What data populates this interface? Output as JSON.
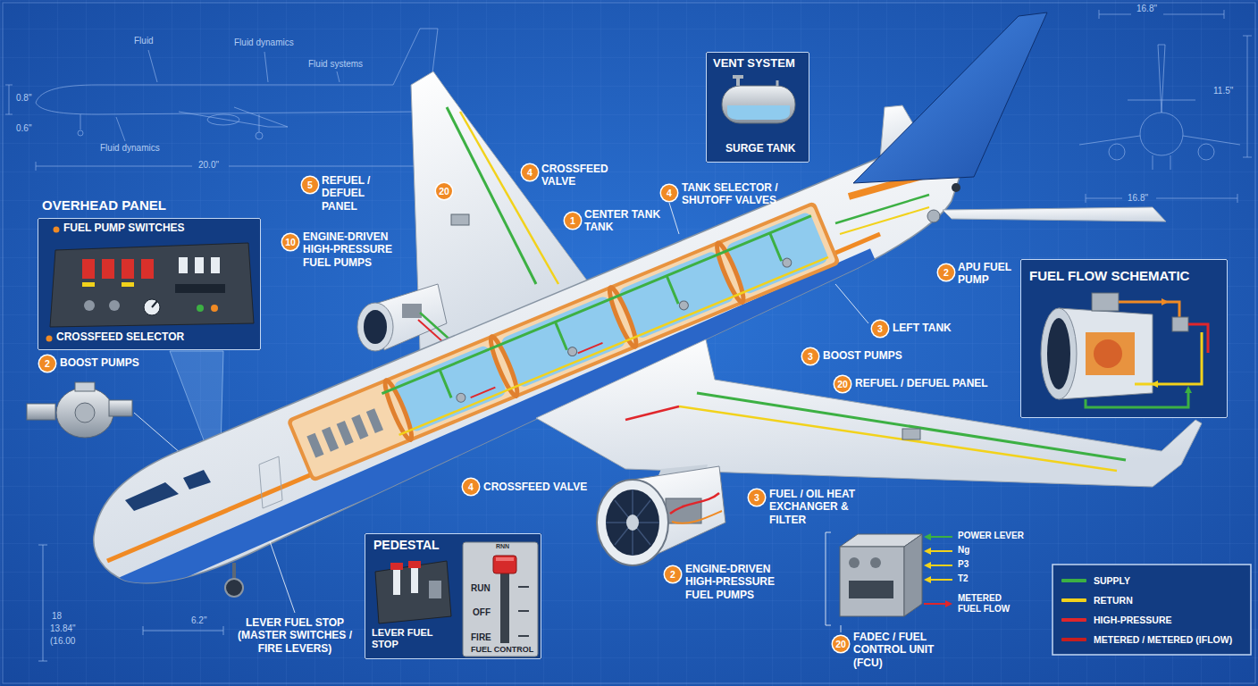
{
  "diagram": {
    "nodes": [
      {
        "text": [
          "OVERHEAD PANEL",
          "FUEL PUMP SWITCHES",
          "CROSSFEED SELECTOR"
        ]
      },
      {
        "text": [
          "VENT SYSTEM",
          "SURGE TANK"
        ]
      },
      {
        "text": [
          "FUEL FLOW SCHEMATIC"
        ]
      },
      {
        "text": [
          "PEDESTAL",
          "RNN",
          "RUN",
          "OFF",
          "FIRE",
          "LEVER FUEL STOP",
          "FUEL CONTROL"
        ]
      }
    ],
    "labels": [
      "Fluid",
      "Fluid dynamics",
      "Fluid systems",
      "Fluid dynamics",
      "0.8\"",
      "0.6\"",
      "20.0\"",
      "16.8\"",
      "11.5\"",
      "16.8\"",
      "5",
      "REFUEL / DEFUEL PANEL",
      "20",
      "4",
      "CROSSFEED VALVE",
      "1",
      "CENTER TANK TANK",
      "4",
      "TANK SELECTOR / SHUTOFF VALVES",
      "10",
      "ENGINE-DRIVEN HIGH-PRESSURE FUEL PUMPS",
      "2",
      "APU FUEL PUMP",
      "3",
      "LEFT TANK",
      "3",
      "BOOST PUMPS",
      "20",
      "REFUEL / DEFUEL PANEL",
      "2",
      "BOOST PUMPS",
      "4",
      "CROSSFEED VALVE",
      "3",
      "FUEL / OIL HEAT EXCHANGER & FILTER",
      "2",
      "ENGINE-DRIVEN HIGH-PRESSURE FUEL PUMPS",
      "20",
      "FADEC / FUEL CONTROL UNIT (FCU)",
      "POWER LEVER",
      "Ng",
      "P3",
      "T2",
      "METERED FUEL FLOW",
      "LEVER FUEL STOP (MASTER SWITCHES / FIRE LEVERS)",
      "18",
      "13.84\"",
      "(16.00",
      "6.2\""
    ],
    "legend": [
      {
        "text": "SUPPLY",
        "color": "#3cb043"
      },
      {
        "text": "RETURN",
        "color": "#f2d21b"
      },
      {
        "text": "HIGH-PRESSURE",
        "color": "#e0262b"
      },
      {
        "text": "METERED / METERED (IFLOW)",
        "color": "#c81e1e"
      }
    ]
  }
}
